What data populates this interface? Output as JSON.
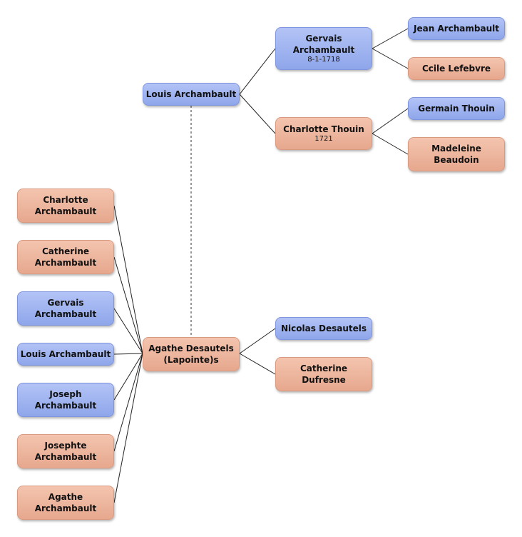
{
  "people": {
    "louis_archambault": {
      "name": "Louis Archambault",
      "date": "",
      "sex": "male"
    },
    "gervais_archambault_sr": {
      "name": "Gervais\nArchambault",
      "date": "8-1-1718",
      "sex": "male"
    },
    "jean_archambault": {
      "name": "Jean Archambault",
      "date": "",
      "sex": "male"
    },
    "ccile_lefebvre": {
      "name": "Ccile Lefebvre",
      "date": "",
      "sex": "female"
    },
    "charlotte_thouin": {
      "name": "Charlotte Thouin",
      "date": "1721",
      "sex": "female"
    },
    "germain_thouin": {
      "name": "Germain Thouin",
      "date": "",
      "sex": "male"
    },
    "madeleine_beaudoin": {
      "name": "Madeleine\nBeaudoin",
      "date": "",
      "sex": "female"
    },
    "agathe_desautels": {
      "name": "Agathe Desautels\n(Lapointe)s",
      "date": "",
      "sex": "female"
    },
    "nicolas_desautels": {
      "name": "Nicolas Desautels",
      "date": "",
      "sex": "male"
    },
    "catherine_dufresne": {
      "name": "Catherine\nDufresne",
      "date": "",
      "sex": "female"
    },
    "child_charlotte": {
      "name": "Charlotte\nArchambault",
      "date": "",
      "sex": "female"
    },
    "child_catherine": {
      "name": "Catherine\nArchambault",
      "date": "",
      "sex": "female"
    },
    "child_gervais": {
      "name": "Gervais\nArchambault",
      "date": "",
      "sex": "male"
    },
    "child_louis": {
      "name": "Louis Archambault",
      "date": "",
      "sex": "male"
    },
    "child_joseph": {
      "name": "Joseph\nArchambault",
      "date": "",
      "sex": "male"
    },
    "child_josephte": {
      "name": "Josephte\nArchambault",
      "date": "",
      "sex": "female"
    },
    "child_agathe": {
      "name": "Agathe\nArchambault",
      "date": "",
      "sex": "female"
    }
  },
  "relations": {
    "spouses": [
      [
        "louis_archambault",
        "agathe_desautels"
      ]
    ],
    "parents": [
      [
        "louis_archambault",
        "gervais_archambault_sr"
      ],
      [
        "louis_archambault",
        "charlotte_thouin"
      ],
      [
        "gervais_archambault_sr",
        "jean_archambault"
      ],
      [
        "gervais_archambault_sr",
        "ccile_lefebvre"
      ],
      [
        "charlotte_thouin",
        "germain_thouin"
      ],
      [
        "charlotte_thouin",
        "madeleine_beaudoin"
      ],
      [
        "agathe_desautels",
        "nicolas_desautels"
      ],
      [
        "agathe_desautels",
        "catherine_dufresne"
      ]
    ],
    "children_of_couple": [
      "child_charlotte",
      "child_catherine",
      "child_gervais",
      "child_louis",
      "child_joseph",
      "child_josephte",
      "child_agathe"
    ]
  },
  "colors": {
    "male_fill": "#a4b6f0",
    "female_fill": "#eeb59c",
    "line": "#222222",
    "spouse_line": "#555555"
  }
}
